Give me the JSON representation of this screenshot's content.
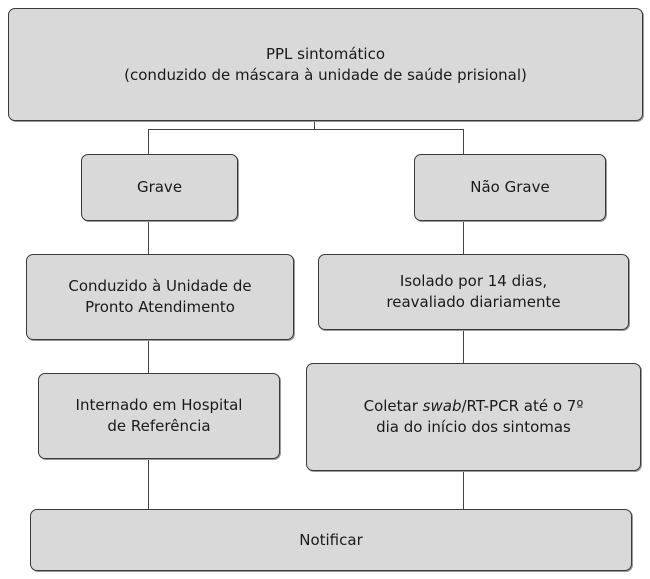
{
  "nodes": {
    "start": {
      "line1": "PPL sintomático",
      "line2": "(conduzido de máscara à unidade de saúde prisional)"
    },
    "grave": {
      "label": "Grave"
    },
    "nao_grave": {
      "label": "Não Grave"
    },
    "upa": {
      "line1": "Conduzido à Unidade de",
      "line2": "Pronto Atendimento"
    },
    "isolado": {
      "line1": "Isolado por 14 dias,",
      "line2": "reavaliado diariamente"
    },
    "internado": {
      "line1": "Internado em Hospital",
      "line2": "de Referência"
    },
    "coletar": {
      "pre": "Coletar ",
      "italic": "swab",
      "post": "/RT-PCR até o 7º",
      "line2": "dia do início dos sintomas"
    },
    "notificar": {
      "label": "Notificar"
    }
  }
}
